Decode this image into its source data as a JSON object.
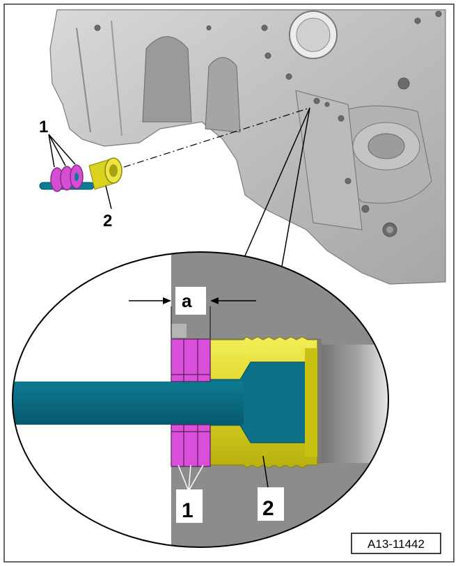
{
  "callouts": {
    "part_1": "1",
    "part_2": "2",
    "dimension": "a"
  },
  "figure_reference": "A13-11442",
  "colors": {
    "washer": "#d84ad8",
    "shaft": "#0a6a80",
    "sleeve": "#e6e024",
    "housing": "#8a8a8a",
    "block": "#c8c8c8"
  }
}
